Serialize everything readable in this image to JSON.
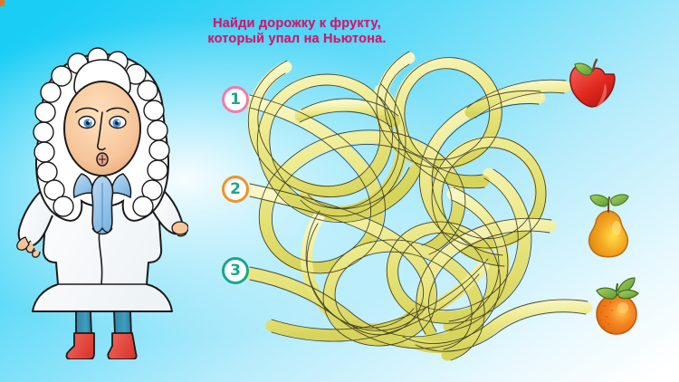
{
  "page": {
    "title_line1": "Найди дорожку к фрукту,",
    "title_line2": "который упал на Ньютона.",
    "title_text": "Найди дорожку к фрукту,\nкоторый упал на Ньютона.",
    "title_color": "#d6136c"
  },
  "background": {
    "gradient_from": "#19cdf5",
    "gradient_mid": "#9fe6f9",
    "gradient_to": "#ffffff",
    "corner_marker_color": "#e8761f"
  },
  "character": {
    "name": "newton",
    "wig_color": "#ffffff",
    "skin_color": "#f7c9a0",
    "coat_color": "#ffffff",
    "cravat_color": "#8fc4ee",
    "stocking_color": "#2f86a8",
    "boot_color": "#ef4b42",
    "eye_color": "#4a8fd0",
    "outline_color": "#1a1a1a"
  },
  "maze": {
    "path_fill": "#eeea84",
    "path_fill_light": "#f7f4bb",
    "path_fill_dark": "#d9d861",
    "path_stroke": "#2b2b1a",
    "start_nodes": [
      {
        "id": "1",
        "label": "1",
        "ring_color": "#f07ca8",
        "text_color": "#1aa68c"
      },
      {
        "id": "2",
        "label": "2",
        "ring_color": "#f0922a",
        "text_color": "#1aa68c"
      },
      {
        "id": "3",
        "label": "3",
        "ring_color": "#1aa68c",
        "text_color": "#1aa68c"
      }
    ],
    "goals": [
      {
        "id": "apple",
        "label": "apple",
        "body_color": "#e8322c",
        "highlight": "#f4766c",
        "leaf_color": "#8fc64a",
        "stem_color": "#7a5a2b"
      },
      {
        "id": "pear",
        "label": "pear",
        "body_color": "#f5a623",
        "highlight": "#ffd84a",
        "leaf_color": "#6fb33f",
        "stem_color": "#7a5a2b"
      },
      {
        "id": "orange",
        "label": "orange",
        "body_color": "#f58220",
        "highlight": "#ffc04a",
        "leaf_color": "#4f9e3a",
        "stem_color": "#4f7a2b"
      }
    ]
  }
}
